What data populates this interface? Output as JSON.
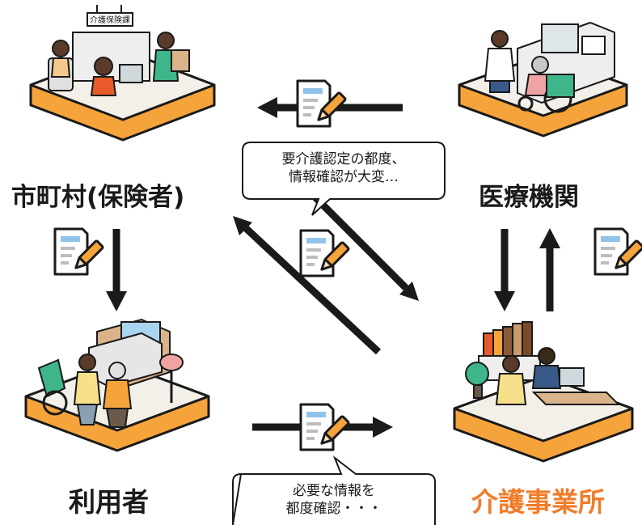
{
  "nodes": {
    "municipality": {
      "label": "市町村(保険者)"
    },
    "medical": {
      "label": "医療機関"
    },
    "user": {
      "label": "利用者"
    },
    "care_office": {
      "label": "介護事業所"
    }
  },
  "signs": {
    "desk_sign": "介護保険課"
  },
  "bubbles": {
    "top": {
      "line1": "要介護認定の都度、",
      "line2": "情報確認が大変…"
    },
    "bottom": {
      "line1": "必要な情報を",
      "line2": "都度確認・・・"
    }
  },
  "colors": {
    "platform_orange": "#f5a33b",
    "platform_top": "#f3f0ea",
    "care_label": "#f07c2a",
    "arrow": "#1a1a1a",
    "doc_blue": "#8fc3ea",
    "pen_orange": "#f5a33b"
  }
}
